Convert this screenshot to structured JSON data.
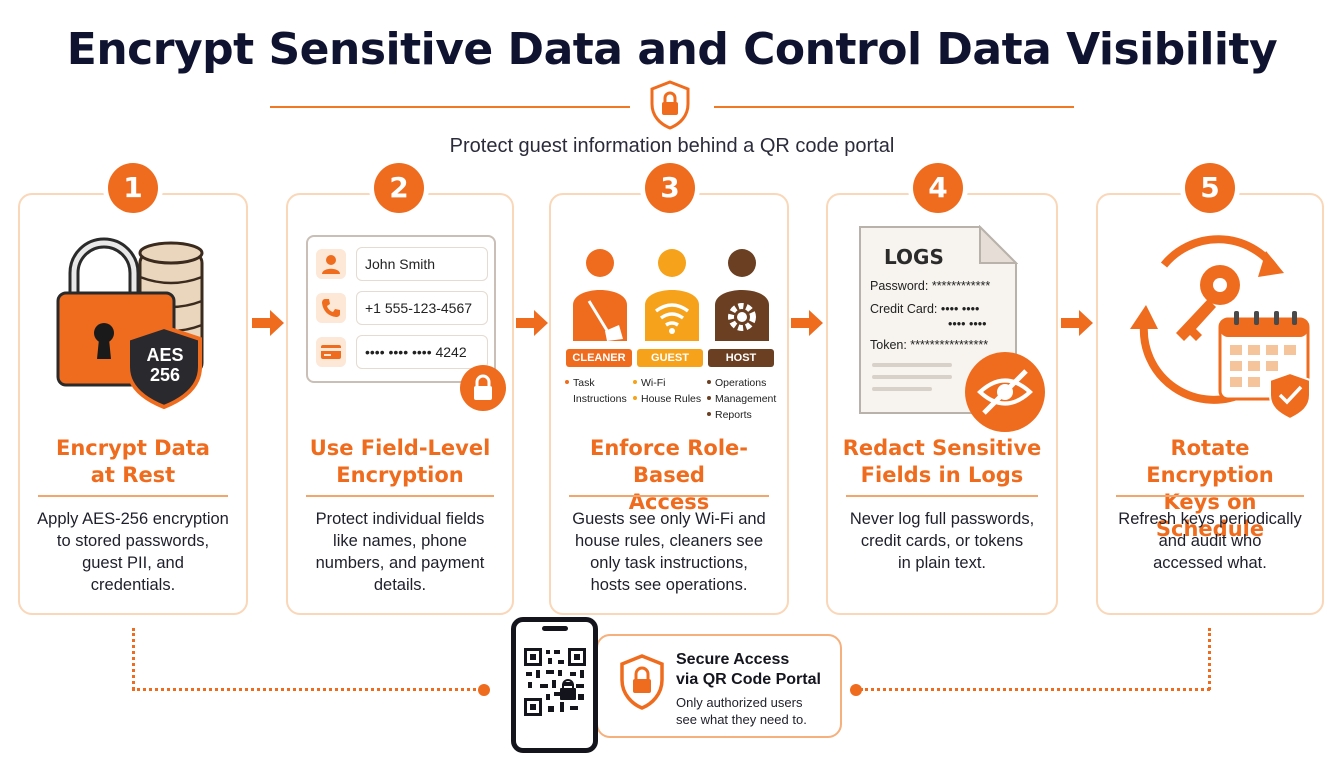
{
  "header": {
    "title": "Encrypt Sensitive Data and Control Data Visibility",
    "subtitle": "Protect guest information behind a QR code portal"
  },
  "steps": [
    {
      "number": "1",
      "title_line1": "Encrypt Data",
      "title_line2": "at Rest",
      "badge_text_1": "AES",
      "badge_text_2": "256",
      "desc": [
        "Apply AES-256 encryption",
        "to stored passwords,",
        "guest PII, and",
        "credentials."
      ]
    },
    {
      "number": "2",
      "title_line1": "Use Field-Level",
      "title_line2": "Encryption",
      "fields": [
        "John Smith",
        "+1 555-123-4567",
        "•••• •••• •••• 4242"
      ],
      "desc": [
        "Protect individual fields",
        "like names, phone",
        "numbers, and payment",
        "details."
      ]
    },
    {
      "number": "3",
      "title_line1": "Enforce Role-Based",
      "title_line2": "Access",
      "roles": [
        {
          "label": "CLEANER",
          "items": [
            "Task",
            "Instructions"
          ]
        },
        {
          "label": "GUEST",
          "items": [
            "Wi-Fi",
            "House Rules"
          ]
        },
        {
          "label": "HOST",
          "items": [
            "Operations",
            "Management",
            "Reports"
          ]
        }
      ],
      "desc": [
        "Guests see only Wi-Fi and",
        "house rules, cleaners see",
        "only task instructions,",
        "hosts see operations."
      ]
    },
    {
      "number": "4",
      "title_line1": "Redact Sensitive",
      "title_line2": "Fields in Logs",
      "logs_heading": "LOGS",
      "log_lines": [
        "Password: ************",
        "Credit Card: •••• ••••",
        "•••• ••••",
        "Token: ****************"
      ],
      "desc": [
        "Never log full passwords,",
        "credit cards, or tokens",
        "in plain text."
      ]
    },
    {
      "number": "5",
      "title_line1": "Rotate Encryption",
      "title_line2": "Keys on Schedule",
      "desc": [
        "Refresh keys periodically",
        "and audit who",
        "accessed what."
      ]
    }
  ],
  "portal": {
    "title_line1": "Secure Access",
    "title_line2": "via QR Code Portal",
    "desc_line1": "Only authorized users",
    "desc_line2": "see what they need to."
  },
  "colors": {
    "accent": "#ef6c1e",
    "accent_light": "#f9d7b8",
    "title": "#0f1330",
    "host": "#6b3f22",
    "guest": "#f6a21a"
  }
}
